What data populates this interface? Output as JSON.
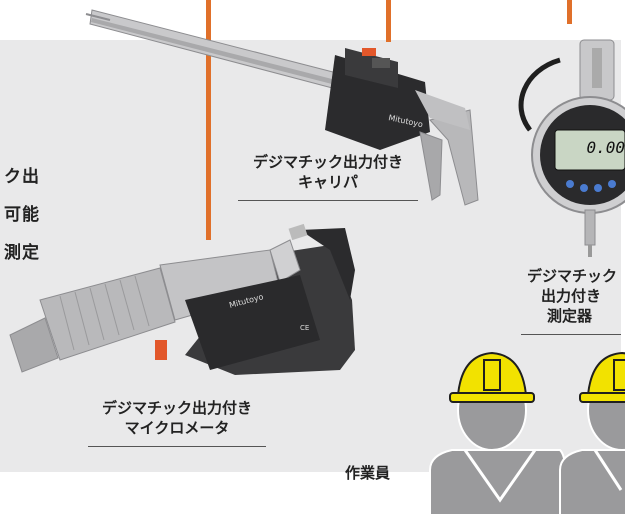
{
  "side_text": [
    "ク出",
    "可能",
    "測定"
  ],
  "labels": {
    "caliper": [
      "デジマチック出力付き",
      "キャリパ"
    ],
    "micrometer": [
      "デジマチック出力付き",
      "マイクロメータ"
    ],
    "indicator": [
      "デジマチック",
      "出力付き",
      "測定器"
    ],
    "worker": "作業員"
  },
  "display": {
    "indicator_reading": "0.00"
  },
  "colors": {
    "accent_line": "#e0702a",
    "panel_bg": "#e9e9ea",
    "helmet": "#f2e200",
    "body": "#9a9a9c"
  }
}
